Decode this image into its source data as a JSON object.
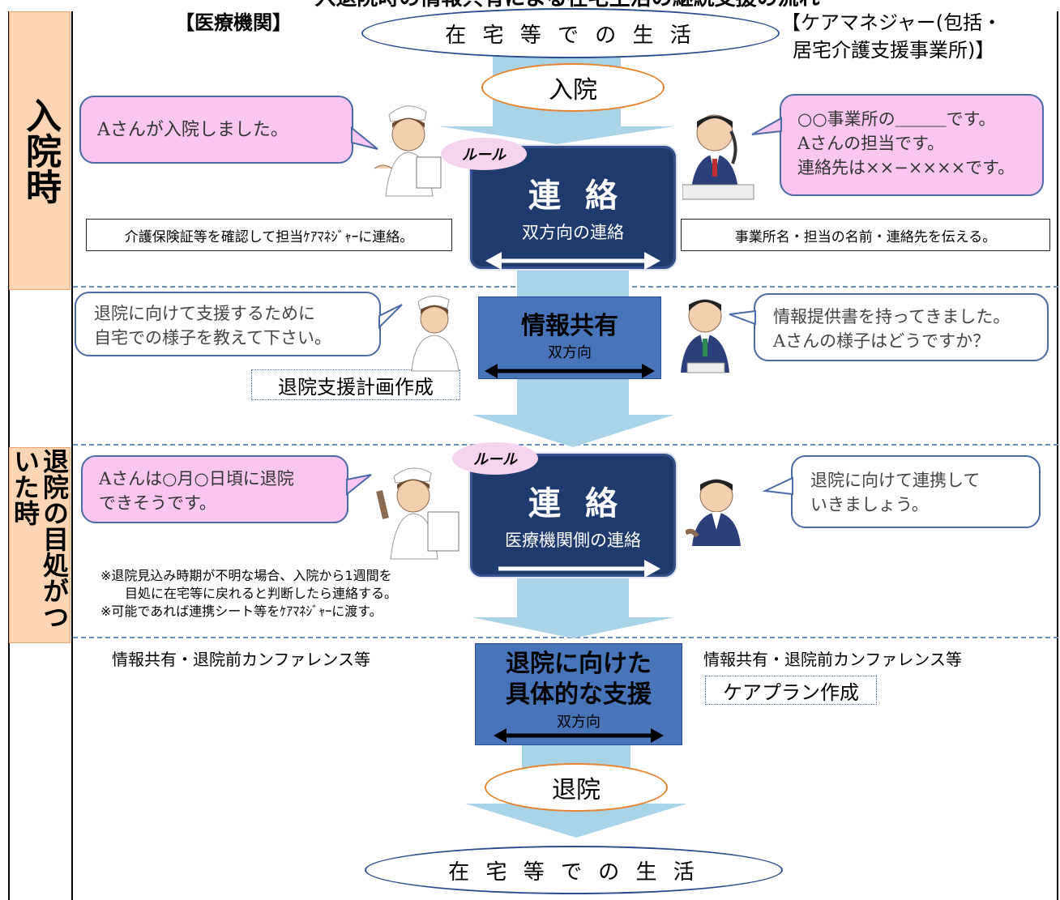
{
  "title": "入退院時の情報共有による在宅生活の継続支援の流れ",
  "headers": {
    "hospital": "【医療機関】",
    "caremanager_line1": "【ケアマネジャー(包括・",
    "caremanager_line2": "居宅介護支援事業所)】"
  },
  "phases": {
    "admission": "入院時",
    "discharge_prospect": "退院の目処がついた時"
  },
  "flow": {
    "home_top": "在 宅 等 で の 生 活",
    "admission": "入院",
    "discharge": "退院",
    "home_bottom": "在 宅 等 で の 生 活"
  },
  "rule_badge": "ルール",
  "renraku1": {
    "title": "連絡",
    "subtitle": "双方向の連絡"
  },
  "share1": {
    "title": "情報共有",
    "subtitle": "双方向"
  },
  "renraku2": {
    "title": "連絡",
    "subtitle": "医療機関側の連絡"
  },
  "support": {
    "title_line1": "退院に向けた",
    "title_line2": "具体的な支援",
    "subtitle": "双方向"
  },
  "bubbles": {
    "nurse1": "Aさんが入院しました。",
    "cm1_line1": "○○事業所の＿＿＿です。",
    "cm1_line2": "Aさんの担当です。",
    "cm1_line3": "連絡先は××−××××です。",
    "nurse2_line1": "退院に向けて支援するために",
    "nurse2_line2": "自宅での様子を教えて下さい。",
    "cm2_line1": "情報提供書を持ってきました。",
    "cm2_line2": "Aさんの様子はどうですか？",
    "nurse3_line1": "Aさんは○月○日頃に退院",
    "nurse3_line2": "できそうです。",
    "cm3_line1": "退院に向けて連携して",
    "cm3_line2": "いきましょう。"
  },
  "boxes": {
    "hospital_action1": "介護保険証等を確認して担当ｹｱﾏﾈｼﾞｬｰに連絡。",
    "cm_action1": "事業所名・担当の名前・連絡先を伝える。",
    "discharge_plan": "退院支援計画作成",
    "care_plan": "ケアプラン作成"
  },
  "notes": {
    "line1": "※退院見込み時期が不明な場合、入院から1週間を",
    "line2": "目処に在宅等に戻れると判断したら連絡する。",
    "line3": "※可能であれば連携シート等をｹｱﾏﾈｼﾞｬｰに渡す。"
  },
  "captions": {
    "hospital_conf": "情報共有・退院前カンファレンス等",
    "cm_conf": "情報共有・退院前カンファレンス等"
  },
  "colors": {
    "flow_arrow": "#a9d3e6",
    "dark_box": "#1f3b6e",
    "mid_box": "#4874b9",
    "pink_bubble": "#f9c6f0",
    "phase_bg": "#fcd5b4"
  }
}
